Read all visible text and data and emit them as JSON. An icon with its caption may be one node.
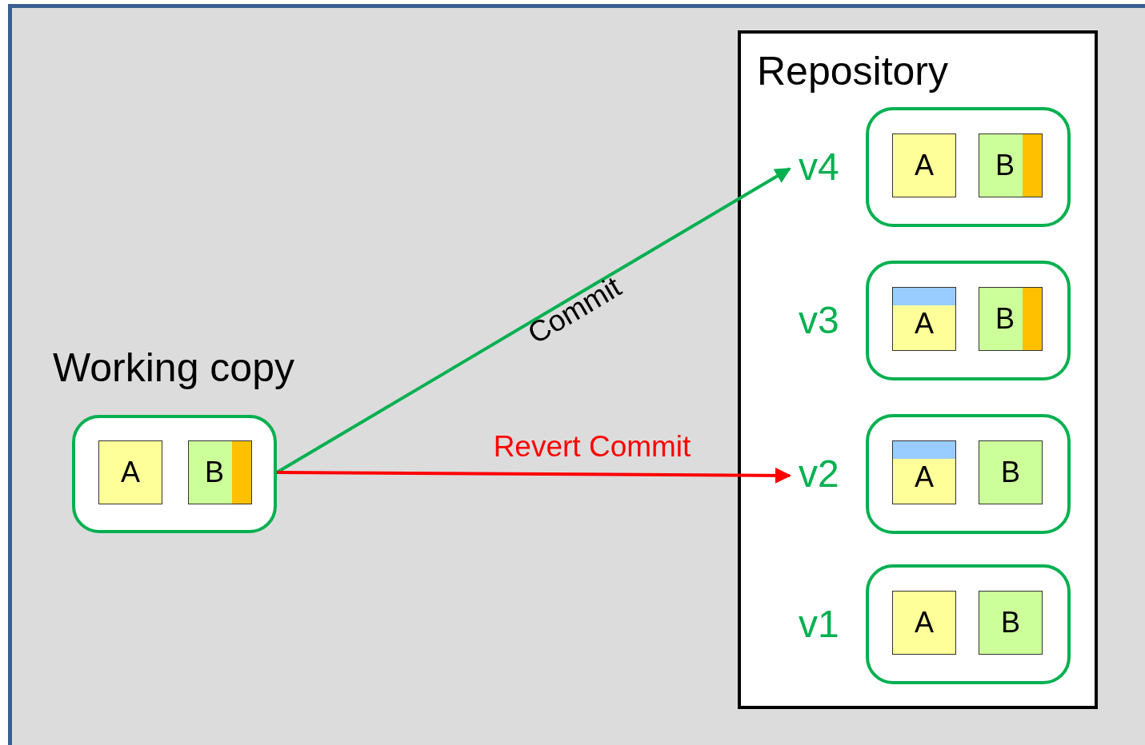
{
  "diagram": {
    "nodes": [
      {
        "text": [
          "Repository"
        ]
      },
      {
        "text": [
          "v4"
        ],
        "in": 0
      },
      {
        "text": [
          "A"
        ],
        "in": 1
      },
      {
        "text": [
          "B"
        ],
        "in": 1
      },
      {
        "text": [
          "v3"
        ],
        "in": 0
      },
      {
        "text": [
          "A"
        ],
        "in": 4
      },
      {
        "text": [
          "B"
        ],
        "in": 4
      },
      {
        "text": [
          "v2"
        ],
        "in": 0
      },
      {
        "text": [
          "A"
        ],
        "in": 7
      },
      {
        "text": [
          "B"
        ],
        "in": 7
      },
      {
        "text": [
          "v1"
        ],
        "in": 0
      },
      {
        "text": [
          "A"
        ],
        "in": 10
      },
      {
        "text": [
          "B"
        ],
        "in": 10
      },
      {
        "text": [
          "Working copy"
        ]
      },
      {
        "text": [
          "A"
        ],
        "in": 13
      },
      {
        "text": [
          "B"
        ],
        "in": 13
      }
    ],
    "edges": [
      {
        "from": 13,
        "to": 1,
        "arrow": "to",
        "label": "Commit",
        "color": "#00b050"
      },
      {
        "from": 13,
        "to": 7,
        "arrow": "to",
        "label": "Revert Commit",
        "color": "#ff0000"
      }
    ]
  }
}
